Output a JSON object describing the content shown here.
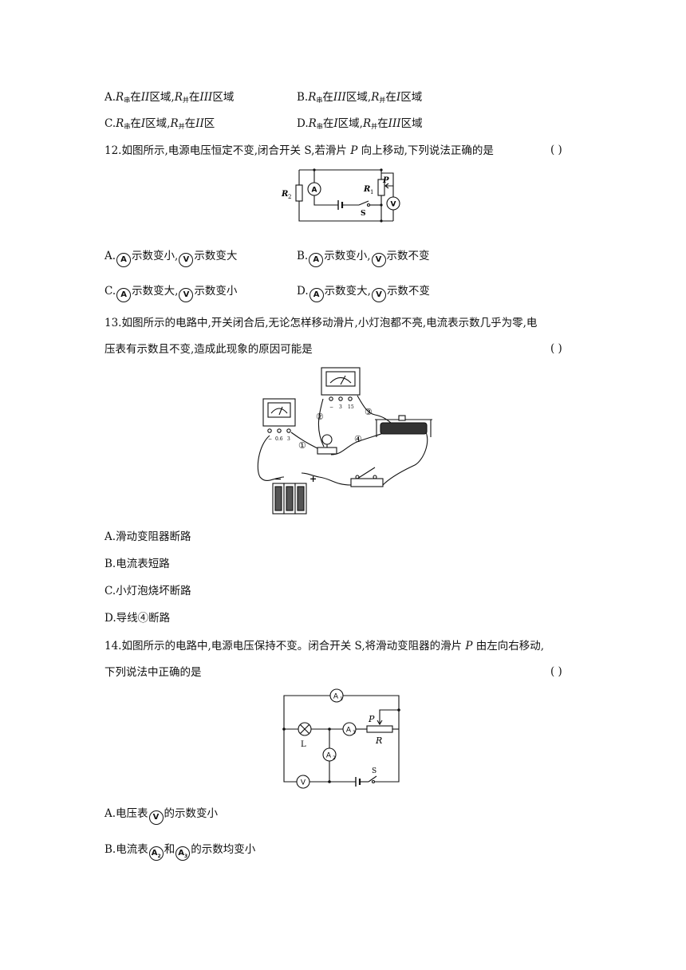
{
  "q11": {
    "optA_letter": "A.",
    "optA_r": "R",
    "optA_sub1": "串",
    "optA_t1": "在",
    "optA_region1": "II",
    "optA_t2": "区域,",
    "optA_r2": "R",
    "optA_sub2": "并",
    "optA_t3": "在",
    "optA_region2": "III",
    "optA_t4": "区域",
    "optB_letter": "B.",
    "optB_r": "R",
    "optB_sub1": "串",
    "optB_t1": "在",
    "optB_region1": "III",
    "optB_t2": "区域,",
    "optB_r2": "R",
    "optB_sub2": "并",
    "optB_t3": "在",
    "optB_region2": "I",
    "optB_t4": "区域",
    "optC_letter": "C.",
    "optC_r": "R",
    "optC_sub1": "串",
    "optC_t1": "在",
    "optC_region1": "I",
    "optC_t2": "区域,",
    "optC_r2": "R",
    "optC_sub2": "并",
    "optC_t3": "在",
    "optC_region2": "II",
    "optC_t4": "区",
    "optD_letter": "D.",
    "optD_r": "R",
    "optD_sub1": "串",
    "optD_t1": "在",
    "optD_region1": "I",
    "optD_t2": "区域,",
    "optD_r2": "R",
    "optD_sub2": "并",
    "optD_t3": "在",
    "optD_region2": "III",
    "optD_t4": "区域"
  },
  "q12": {
    "stem_a": "12.如图所示,电源电压恒定不变,闭合开关 S,若滑片 ",
    "stem_p": "P",
    "stem_b": " 向上移动,下列说法正确的是",
    "paren": "(        )",
    "fig": {
      "r2": "R",
      "r2_sub": "2",
      "r1": "R",
      "r1_sub": "1",
      "p": "P",
      "s": "S",
      "ammeter": "A",
      "voltmeter": "V"
    },
    "a_letter": "A.",
    "a_m1": "A",
    "a_t1": "示数变小,",
    "a_m2": "V",
    "a_t2": "示数变大",
    "b_letter": "B.",
    "b_m1": "A",
    "b_t1": "示数变小,",
    "b_m2": "V",
    "b_t2": "示数不变",
    "c_letter": "C.",
    "c_m1": "A",
    "c_t1": "示数变大,",
    "c_m2": "V",
    "c_t2": "示数变小",
    "d_letter": "D.",
    "d_m1": "A",
    "d_t1": "示数变大,",
    "d_m2": "V",
    "d_t2": "示数不变"
  },
  "q13": {
    "stem1": "13.如图所示的电路中,开关闭合后,无论怎样移动滑片,小灯泡都不亮,电流表示数几乎为零,电",
    "stem2": "压表有示数且不变,造成此现象的原因可能是",
    "paren": "(        )",
    "fig": {
      "w1": "①",
      "w2": "②",
      "w3": "③",
      "w4": "④",
      "minus": "−",
      "plus": "+",
      "am_t1": "−",
      "am_t2": "0.6",
      "am_t3": "3",
      "vm_t1": "−",
      "vm_t2": "3",
      "vm_t3": "15"
    },
    "a": "A.滑动变阻器断路",
    "b": "B.电流表短路",
    "c": "C.小灯泡烧坏断路",
    "d": "D.导线④断路"
  },
  "q14": {
    "stem1_a": "14.如图所示的电路中,电源电压保持不变。闭合开关 S,将滑动变阻器的滑片 ",
    "stem1_p": "P",
    "stem1_b": " 由左向右移动,",
    "stem2": "下列说法中正确的是",
    "paren": "(        )",
    "fig": {
      "a1": "A",
      "a1_sub": "1",
      "a2": "A",
      "a2_sub": "2",
      "a3": "A",
      "a3_sub": "3",
      "v": "V",
      "l": "L",
      "p": "P",
      "r": "R",
      "s": "S"
    },
    "a_t1": "A.电压表",
    "a_m": "V",
    "a_t2": "的示数变小",
    "b_t1": "B.电流表",
    "b_m1": "A",
    "b_m1_sub": "2",
    "b_t2": "和",
    "b_m2": "A",
    "b_m2_sub": "3",
    "b_t3": "的示数均变小"
  }
}
